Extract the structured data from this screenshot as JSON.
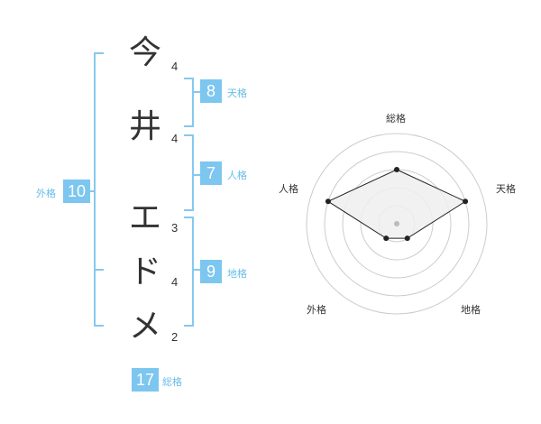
{
  "name": {
    "chars": [
      {
        "char": "今",
        "strokes": "4"
      },
      {
        "char": "井",
        "strokes": "4"
      },
      {
        "char": "エ",
        "strokes": "3"
      },
      {
        "char": "ド",
        "strokes": "4"
      },
      {
        "char": "メ",
        "strokes": "2"
      }
    ]
  },
  "fortune": {
    "tenkaku": {
      "value": "8",
      "label": "天格"
    },
    "jinkaku": {
      "value": "7",
      "label": "人格"
    },
    "chikaku": {
      "value": "9",
      "label": "地格"
    },
    "gaikaku": {
      "value": "10",
      "label": "外格"
    },
    "soukaku": {
      "value": "17",
      "label": "総格"
    }
  },
  "radar": {
    "axes": [
      "総格",
      "天格",
      "地格",
      "外格",
      "人格"
    ],
    "values": [
      3,
      4,
      1,
      1,
      4
    ],
    "max": 5,
    "colors": {
      "fill": "#efefef",
      "line": "#222222",
      "ring": "#cccccc",
      "center": "#bbbbbb"
    }
  }
}
